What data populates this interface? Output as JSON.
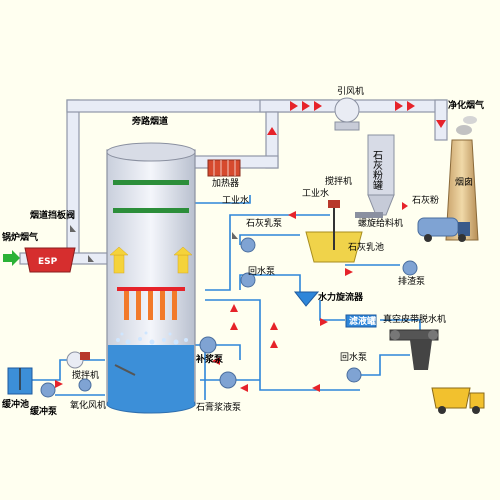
{
  "colors": {
    "background": "#FFFFF0",
    "pipe_gray": "#C8CCD8",
    "pipe_outline": "#9096A8",
    "pipe_flue": "#E8ECF6",
    "water_line": "#2E86D9",
    "flow_arrow": "#E6232A",
    "tower_water": "#3C8FD8",
    "spray_bar": "#2C8E3A",
    "pump": "#7FA3D3",
    "esp_red": "#D62E2E",
    "inlet_green": "#2BB236"
  },
  "labels": {
    "boiler_flue_gas": "锅炉烟气",
    "esp": "ESP",
    "flue_damper": "烟道挡板阀",
    "bypass_flue": "旁路烟道",
    "induced_fan": "引风机",
    "clean_flue_gas": "净化烟气",
    "chimney": "烟囱",
    "heater": "加热器",
    "industrial_water_1": "工业水",
    "industrial_water_2": "工业水",
    "lime_silo": "石灰粉罐",
    "lime_powder": "石灰粉",
    "screw_feeder": "螺旋给料机",
    "agitator_1": "搅拌机",
    "lime_slurry_tank": "石灰乳池",
    "lime_slurry_pump": "石灰乳泵",
    "discharge_pump": "排渣泵",
    "return_pump_1": "回水泵",
    "hydrocyclone": "水力旋流器",
    "thickener": "滤液罐",
    "vacuum_belt_filter": "真空皮带脱水机",
    "return_pump_2": "回水泵",
    "buffer_tank": "缓冲池",
    "buffer_pump": "缓冲泵",
    "agitator_2": "搅拌机",
    "oxidation_fan": "氧化风机",
    "circulation_pump": "补浆泵",
    "gypsum_slurry_pump": "石膏浆液泵"
  }
}
